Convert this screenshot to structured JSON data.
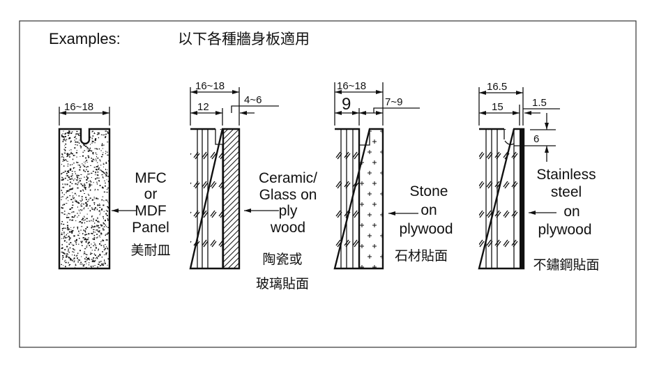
{
  "title": {
    "label": "Examples:",
    "subtitle": "以下各種牆身板適用"
  },
  "panels": [
    {
      "name": "mfc-mdf",
      "dims": {
        "overall": "16~18"
      },
      "label_lines": [
        "MFC",
        "or",
        "MDF",
        "Panel"
      ],
      "label_zh": [
        "美耐皿"
      ]
    },
    {
      "name": "ceramic-glass",
      "dims": {
        "overall": "16~18",
        "base": "12",
        "facing": "4~6"
      },
      "label_lines": [
        "Ceramic/",
        "Glass on",
        "ply",
        "wood"
      ],
      "label_zh": [
        "陶瓷或",
        "玻璃貼面"
      ]
    },
    {
      "name": "stone",
      "dims": {
        "overall": "16~18",
        "base": "9",
        "facing": "7~9"
      },
      "label_lines": [
        "Stone",
        "on",
        "plywood"
      ],
      "label_zh": [
        "石材貼面"
      ]
    },
    {
      "name": "stainless-steel",
      "dims": {
        "overall": "16.5",
        "base": "15",
        "facing": "1.5",
        "groove_depth": "6"
      },
      "label_lines": [
        "Stainless",
        "steel",
        "on",
        "plywood"
      ],
      "label_zh": [
        "不鏽鋼貼面"
      ]
    }
  ]
}
